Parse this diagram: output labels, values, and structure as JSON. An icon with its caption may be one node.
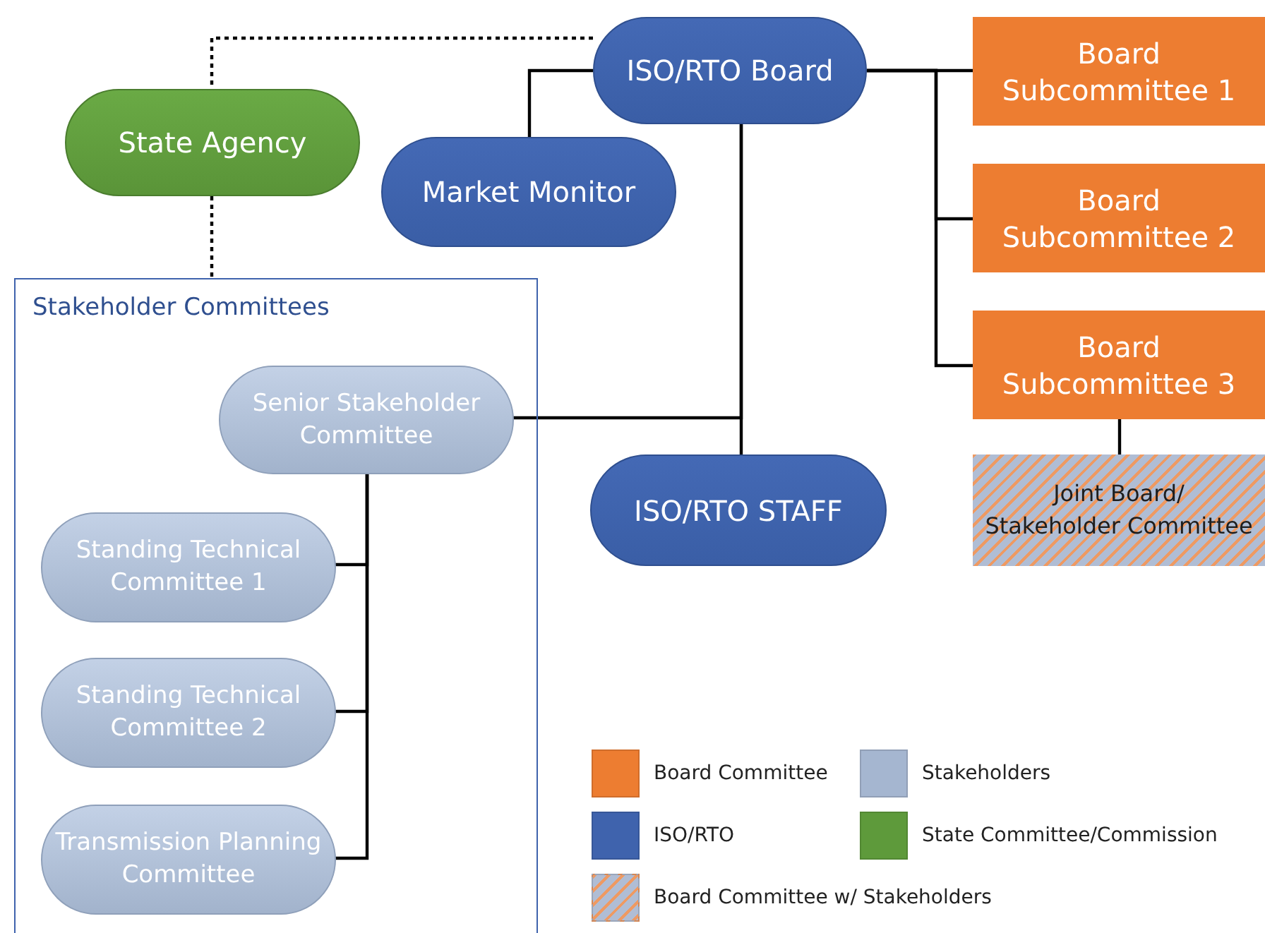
{
  "diagram": {
    "nodes": [
      {
        "text": [
          "ISO/RTO Board"
        ]
      },
      {
        "text": [
          "State Agency"
        ]
      },
      {
        "text": [
          "Market Monitor"
        ]
      },
      {
        "text": [
          "Board Subcommittee 1"
        ]
      },
      {
        "text": [
          "Board Subcommittee 2"
        ]
      },
      {
        "text": [
          "Board Subcommittee 3"
        ]
      },
      {
        "text": [
          "Stakeholder Committees"
        ]
      },
      {
        "text": [
          "Senior Stakeholder Committee"
        ],
        "in": 6
      },
      {
        "text": [
          "ISO/RTO STAFF"
        ]
      },
      {
        "text": [
          "Joint Board/ Stakeholder Committee"
        ]
      },
      {
        "text": [
          "Standing Technical Committee 1"
        ],
        "in": 6
      },
      {
        "text": [
          "Standing Technical Committee 2"
        ],
        "in": 6
      },
      {
        "text": [
          "Transmission Planning Committee"
        ],
        "in": 6
      }
    ],
    "edges": [
      {
        "from": 0,
        "to": 1,
        "arrow": "none",
        "style": "dashed"
      },
      {
        "from": 1,
        "to": 6,
        "arrow": "none",
        "style": "dashed"
      },
      {
        "from": 0,
        "to": 2,
        "arrow": "none"
      },
      {
        "from": 0,
        "to": 3,
        "arrow": "none"
      },
      {
        "from": 0,
        "to": 4,
        "arrow": "none"
      },
      {
        "from": 0,
        "to": 5,
        "arrow": "none"
      },
      {
        "from": 0,
        "to": 8,
        "arrow": "none"
      },
      {
        "from": 0,
        "to": 7,
        "arrow": "none"
      },
      {
        "from": 5,
        "to": 9,
        "arrow": "none"
      },
      {
        "from": 7,
        "to": 10,
        "arrow": "none"
      },
      {
        "from": 7,
        "to": 11,
        "arrow": "none"
      },
      {
        "from": 7,
        "to": 12,
        "arrow": "none"
      }
    ],
    "legend": [
      {
        "text": "Board Committee",
        "color": "#ed7d31"
      },
      {
        "text": "Stakeholders",
        "color": "#a5b6d0"
      },
      {
        "text": "ISO/RTO",
        "color": "#3f63ad"
      },
      {
        "text": "State Committee/Commission",
        "color": "#5e9a3b"
      },
      {
        "text": "Board Committee w/ Stakeholders"
      }
    ]
  }
}
